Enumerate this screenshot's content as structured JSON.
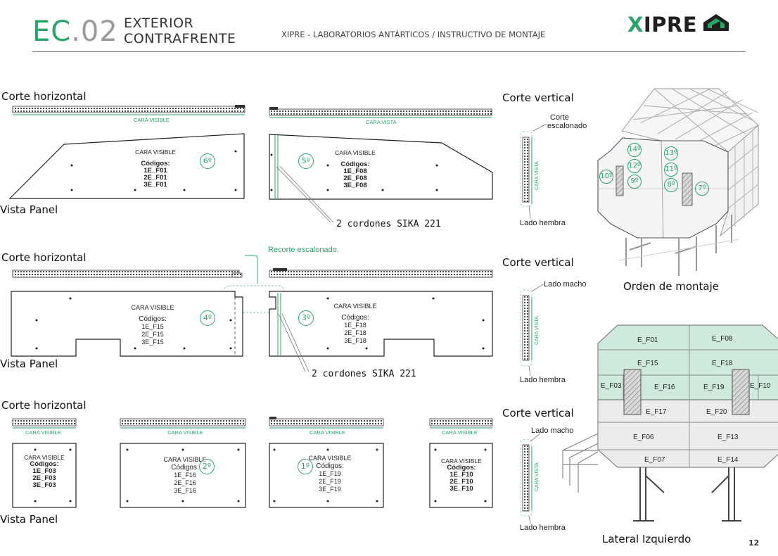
{
  "header": {
    "code_main": "EC",
    "code_dot": ".",
    "code_num": "02",
    "title_line1": "EXTERIOR",
    "title_line2": "CONTRAFRENTE",
    "subtitle": "XIPRE - LABORATORIOS ANTÁRTICOS / INSTRUCTIVO DE MONTAJE",
    "logo_x": "X",
    "logo_rest": "IPRE",
    "page_number": "12"
  },
  "colors": {
    "accent": "#2aa56a",
    "panel_green": "#cfe9dc",
    "panel_gray": "#ececec"
  },
  "labels": {
    "corte_horizontal": "Corte horizontal",
    "vista_panel": "Vista Panel",
    "corte_vertical": "Corte vertical",
    "cara_visible": "CARA VISIBLE",
    "cara_vista": "CARA VISTA",
    "codigos": "Códigos:",
    "sika": "2 cordones SIKA 221",
    "recorte": "Recorte escalonado.",
    "corte_escalonado_1": "Corte",
    "corte_escalonado_2": "escalonado",
    "lado_hembra": "Lado hembra",
    "lado_macho": "Lado macho",
    "orden_montaje": "Orden de montaje",
    "lateral_izquierdo": "Lateral Izquierdo"
  },
  "panels": {
    "p6": {
      "order": "6º",
      "codes": [
        "1E_F01",
        "2E_F01",
        "3E_F01"
      ]
    },
    "p5": {
      "order": "5º",
      "codes": [
        "1E_F08",
        "2E_F08",
        "3E_F08"
      ]
    },
    "p4": {
      "order": "4º",
      "codes": [
        "1E_F15",
        "2E_F15",
        "3E_F15"
      ]
    },
    "p3": {
      "order": "3º",
      "codes": [
        "1E_F18",
        "2E_F18",
        "3E_F18"
      ]
    },
    "p_f03": {
      "codes": [
        "1E_F03",
        "2E_F03",
        "3E_F03"
      ]
    },
    "p2": {
      "order": "2º",
      "codes": [
        "1E_F16",
        "2E_F16",
        "3E_F16"
      ]
    },
    "p1": {
      "order": "1º",
      "codes": [
        "1E_F19",
        "2E_F19",
        "3E_F19"
      ]
    },
    "p_f10": {
      "codes": [
        "1E_F10",
        "2E_F10",
        "3E_F10"
      ]
    }
  },
  "montaje_orden": [
    "14º",
    "13º",
    "12º",
    "11º",
    "10º",
    "9º",
    "8º",
    "7º"
  ],
  "lateral_panels": [
    "E_F01",
    "E_F08",
    "E_F15",
    "E_F18",
    "E_F03",
    "E_F16",
    "E_F19",
    "E_F10",
    "E_F17",
    "E_F20",
    "E_F06",
    "E_F13",
    "E_F07",
    "E_F14"
  ]
}
